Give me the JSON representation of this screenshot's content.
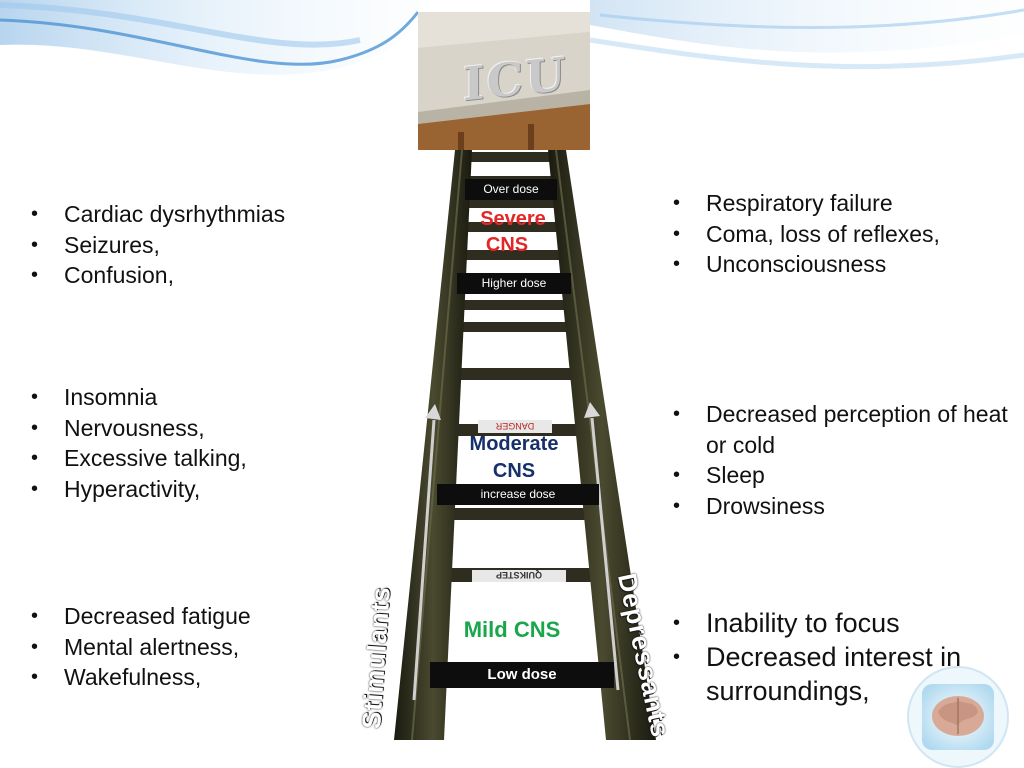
{
  "left_groups": [
    {
      "items": [
        "Cardiac dysrhythmias",
        "Seizures,",
        "Confusion,"
      ]
    },
    {
      "items": [
        "Insomnia",
        "Nervousness,",
        "Excessive talking,",
        "Hyperactivity,"
      ]
    },
    {
      "items": [
        "Decreased fatigue",
        "Mental alertness,",
        "Wakefulness,"
      ]
    }
  ],
  "right_groups": [
    {
      "items": [
        "Respiratory failure",
        "Coma, loss of reflexes,",
        "Unconsciousness"
      ]
    },
    {
      "items": [
        "Decreased perception of heat or cold",
        "Sleep",
        "Drowsiness"
      ]
    },
    {
      "items": [
        "Inability to focus",
        "Decreased interest in surroundings,"
      ]
    }
  ],
  "ladder": {
    "dose_labels": {
      "over": "Over dose",
      "higher": "Higher dose",
      "increase": "increase dose",
      "low": "Low dose"
    },
    "levels": {
      "severe_line1": "Severe",
      "severe_line2": "CNS",
      "moderate_line1": "Moderate",
      "moderate_line2": "CNS",
      "mild": "Mild CNS"
    },
    "left_side_text": "Stimulants",
    "right_side_text": "Depressants",
    "sign_danger": "DANGER",
    "sign_brand": "QUIKSTEP"
  },
  "photo": {
    "sign_text": "ICU"
  },
  "colors": {
    "severe": "#e32626",
    "moderate": "#17306b",
    "mild": "#1aa64a",
    "ladder_rail": "#2b2a1c",
    "wave": "#8fc1ea"
  },
  "icons": {
    "corner_image": "brain-in-ice-icon"
  }
}
